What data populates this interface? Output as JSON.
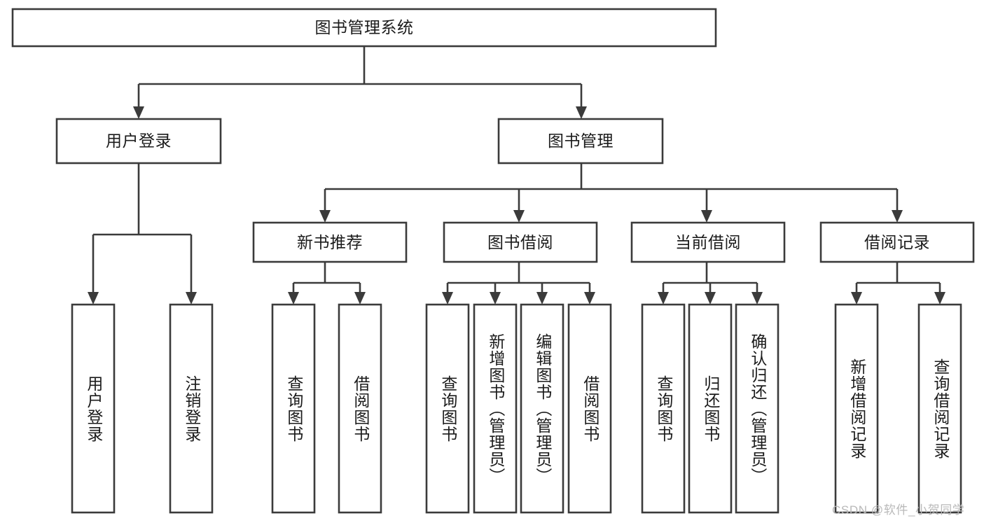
{
  "diagram": {
    "type": "tree",
    "title": "图书管理系统",
    "background_color": "#ffffff",
    "line_color": "#3b3b3b",
    "text_color": "#1b1b1b",
    "root": {
      "label": "图书管理系统",
      "orientation": "horizontal"
    },
    "level2": [
      {
        "label": "用户登录",
        "orientation": "horizontal"
      },
      {
        "label": "图书管理",
        "orientation": "horizontal"
      }
    ],
    "level3": [
      {
        "label": "新书推荐",
        "orientation": "horizontal"
      },
      {
        "label": "图书借阅",
        "orientation": "horizontal"
      },
      {
        "label": "当前借阅",
        "orientation": "horizontal"
      },
      {
        "label": "借阅记录",
        "orientation": "horizontal"
      }
    ],
    "leaves": {
      "user_login": [
        {
          "label": "用户登录",
          "orientation": "vertical"
        },
        {
          "label": "注销登录",
          "orientation": "vertical"
        }
      ],
      "new_book_recommend": [
        {
          "label": "查询图书",
          "orientation": "vertical"
        },
        {
          "label": "借阅图书",
          "orientation": "vertical"
        }
      ],
      "book_borrow": [
        {
          "label": "查询图书",
          "orientation": "vertical"
        },
        {
          "label": "新增图书（管理员）",
          "orientation": "vertical"
        },
        {
          "label": "编辑图书（管理员）",
          "orientation": "vertical"
        },
        {
          "label": "借阅图书",
          "orientation": "vertical"
        }
      ],
      "current_borrow": [
        {
          "label": "查询图书",
          "orientation": "vertical"
        },
        {
          "label": "归还图书",
          "orientation": "vertical"
        },
        {
          "label": "确认归还（管理员）",
          "orientation": "vertical"
        }
      ],
      "borrow_record": [
        {
          "label": "新增借阅记录",
          "orientation": "vertical"
        },
        {
          "label": "查询借阅记录",
          "orientation": "vertical"
        }
      ]
    }
  },
  "watermark": {
    "text": "CSDN @软件_小贺同学"
  }
}
